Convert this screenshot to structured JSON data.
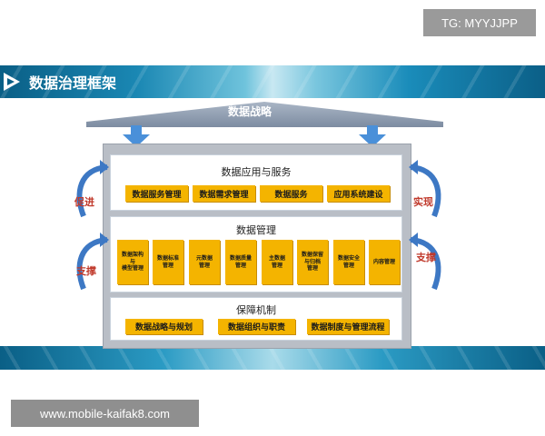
{
  "watermarks": {
    "top": "TG: MYYJJPP",
    "bottom": "www.mobile-kaifak8.com"
  },
  "banner": {
    "title": "数据治理框架"
  },
  "roof": {
    "label": "数据战略"
  },
  "layers": {
    "application": {
      "title": "数据应用与服务",
      "items": [
        "数据服务管理",
        "数据需求管理",
        "数据服务",
        "应用系统建设"
      ]
    },
    "management": {
      "title": "数据管理",
      "items": [
        "数据架构\n与\n模型管理",
        "数据标准\n管理",
        "元数据\n管理",
        "数据质量\n管理",
        "主数据\n管理",
        "数据保留\n与归档\n管理",
        "数据安全\n管理",
        "内容管理"
      ]
    },
    "assurance": {
      "title": "保障机制",
      "items": [
        "数据战略与规划",
        "数据组织与职责",
        "数据制度与管理流程"
      ]
    }
  },
  "side_labels": {
    "left_top": "促进",
    "left_bottom": "支撑",
    "right_top": "实现",
    "right_bottom": "支撑"
  },
  "colors": {
    "box_fill": "#f4b400",
    "arrow_blue": "#4a90d9",
    "curve_blue": "#3d78c4",
    "side_label_red": "#c0392b"
  }
}
